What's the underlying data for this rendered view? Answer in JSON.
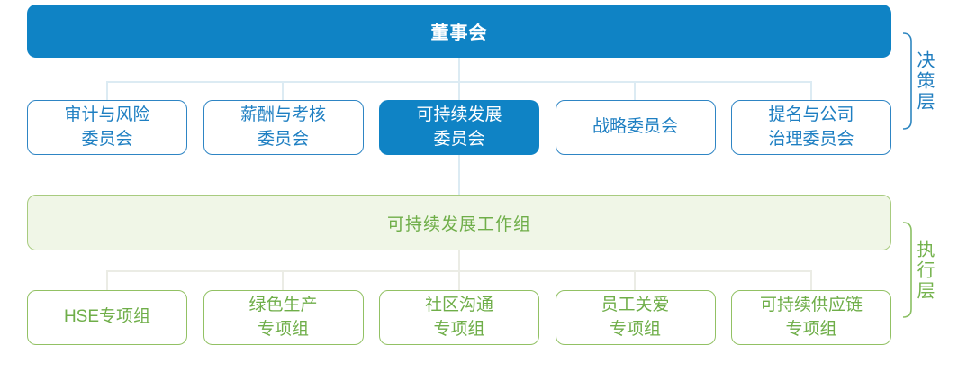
{
  "org_chart": {
    "board": {
      "label": "董事会"
    },
    "layers": {
      "decision": {
        "label": "决策层"
      },
      "execution": {
        "label": "执行层"
      }
    },
    "committees": [
      {
        "label": "审计与风险\n委员会",
        "highlighted": false
      },
      {
        "label": "薪酬与考核\n委员会",
        "highlighted": false
      },
      {
        "label": "可持续发展\n委员会",
        "highlighted": true
      },
      {
        "label": "战略委员会",
        "highlighted": false
      },
      {
        "label": "提名与公司\n治理委员会",
        "highlighted": false
      }
    ],
    "working_group": {
      "label": "可持续发展工作组"
    },
    "task_groups": [
      {
        "label": "HSE专项组"
      },
      {
        "label": "绿色生产\n专项组"
      },
      {
        "label": "社区沟通\n专项组"
      },
      {
        "label": "员工关爱\n专项组"
      },
      {
        "label": "可持续供应链\n专项组"
      }
    ],
    "colors": {
      "primary_blue": "#0f83c5",
      "committee_border_blue": "#2e85c4",
      "committee_text_blue": "#1e7fc2",
      "connector_blue": "#dcebf3",
      "group_border_green": "#92c164",
      "group_text_green": "#6fae49",
      "working_group_fill": "#f0f6e7",
      "working_group_border": "#a8cb7f",
      "connector_green": "#ebece5",
      "bracket_blue": "#2e86c0",
      "bracket_green": "#8abf63",
      "background": "#ffffff"
    }
  }
}
